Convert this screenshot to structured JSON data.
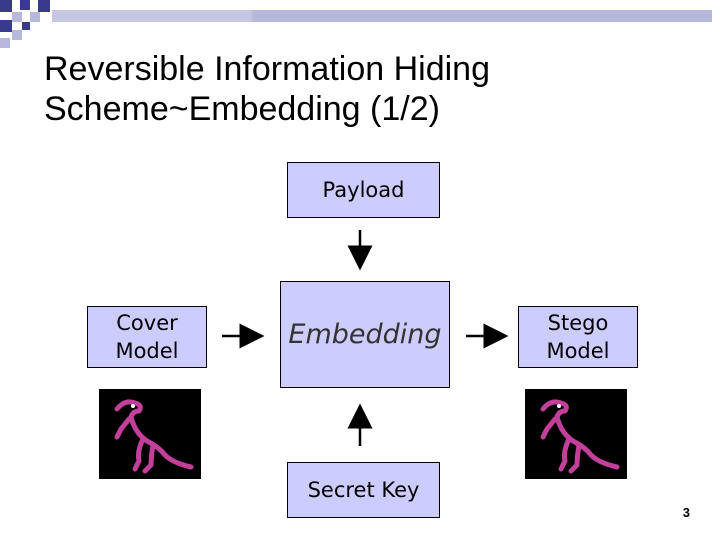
{
  "slide": {
    "title_line1": "Reversible Information Hiding",
    "title_line2": "Scheme~Embedding (1/2)",
    "page_number": "3"
  },
  "diagram": {
    "payload": "Payload",
    "cover_line1": "Cover",
    "cover_line2": "Model",
    "embedding": "Embedding",
    "stego_line1": "Stego",
    "stego_line2": "Model",
    "secret_key": "Secret Key"
  },
  "colors": {
    "box_fill": "#ccccff",
    "grid_dark": "#3a3a8c",
    "grid_light": "#b8b8dc",
    "dino": "#c2409a"
  }
}
